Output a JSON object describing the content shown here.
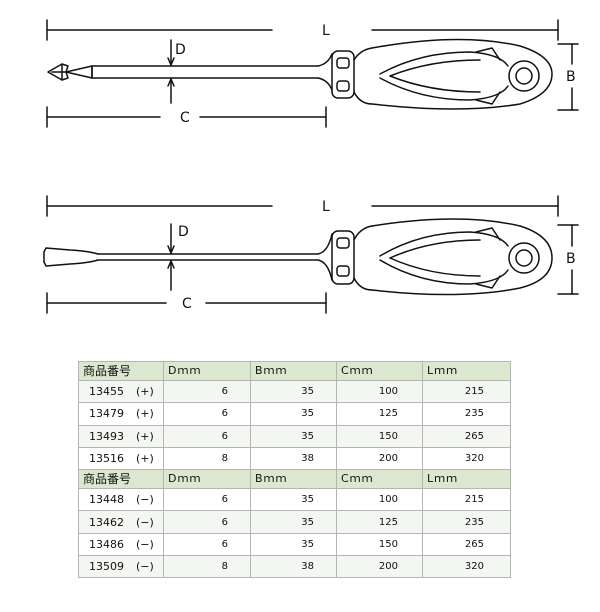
{
  "diagram_phillips": {
    "labels": {
      "length": "L",
      "diameter": "D",
      "shaft": "C",
      "handle": "B"
    }
  },
  "diagram_slotted": {
    "labels": {
      "length": "L",
      "diameter": "D",
      "shaft": "C",
      "handle": "B"
    }
  },
  "table": {
    "phillips_header": [
      "商品番号",
      "Dｍｍ",
      "Bｍｍ",
      "Cｍｍ",
      "Lｍｍ"
    ],
    "phillips_rows": [
      {
        "model": "13455",
        "sign": "(+)",
        "d": "6",
        "b": "35",
        "c": "100",
        "l": "215"
      },
      {
        "model": "13479",
        "sign": "(+)",
        "d": "6",
        "b": "35",
        "c": "125",
        "l": "235"
      },
      {
        "model": "13493",
        "sign": "(+)",
        "d": "6",
        "b": "35",
        "c": "150",
        "l": "265"
      },
      {
        "model": "13516",
        "sign": "(+)",
        "d": "8",
        "b": "38",
        "c": "200",
        "l": "320"
      }
    ],
    "slotted_header": [
      "商品番号",
      "Dｍｍ",
      "Bｍｍ",
      "Cｍｍ",
      "Lｍｍ"
    ],
    "slotted_rows": [
      {
        "model": "13448",
        "sign": "(−)",
        "d": "6",
        "b": "35",
        "c": "100",
        "l": "215"
      },
      {
        "model": "13462",
        "sign": "(−)",
        "d": "6",
        "b": "35",
        "c": "125",
        "l": "235"
      },
      {
        "model": "13486",
        "sign": "(−)",
        "d": "6",
        "b": "35",
        "c": "150",
        "l": "265"
      },
      {
        "model": "13509",
        "sign": "(−)",
        "d": "8",
        "b": "38",
        "c": "200",
        "l": "320"
      }
    ]
  }
}
